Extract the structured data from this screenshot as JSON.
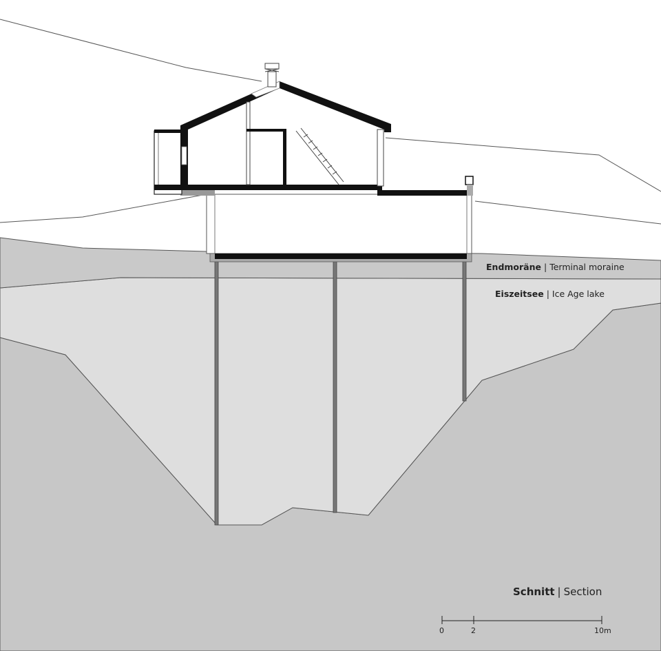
{
  "layers": [
    {
      "id": "moraine",
      "name_de": "Endmoräne",
      "name_en": "Terminal moraine",
      "color": "#c9c9c9"
    },
    {
      "id": "lake",
      "name_de": "Eiszeitsee",
      "name_en": "Ice Age lake",
      "color": "#dcdcdc"
    },
    {
      "id": "bedrock",
      "color": "#c7c7c7"
    }
  ],
  "title": {
    "de": "Schnitt",
    "separator": "|",
    "en": "Section"
  },
  "layer_separator": "|",
  "scale_bar": {
    "labels": [
      "0",
      "2",
      "10m"
    ]
  }
}
